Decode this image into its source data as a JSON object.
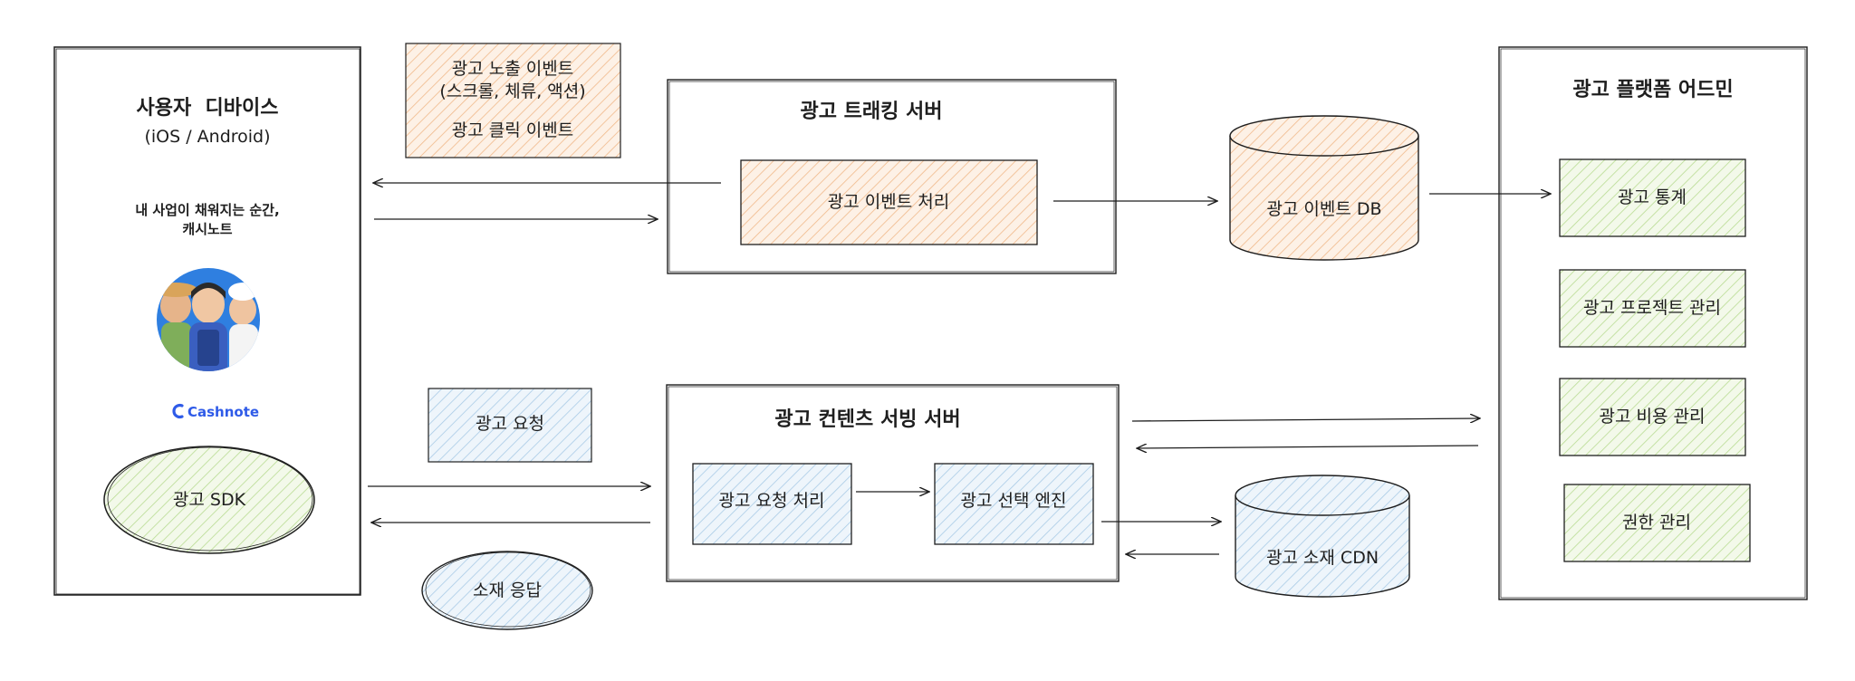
{
  "colors": {
    "stroke": "#1e1e1e",
    "orange_fill": "#fbe3cf",
    "blue_fill": "#dcebf6",
    "green_fill": "#e5f3d2",
    "brand_blue": "#2f5be8"
  },
  "device": {
    "title": "사용자  디바이스",
    "subtitle": "(iOS / Android)",
    "tagline_line1": "내 사업이 채워지는 순간,",
    "tagline_line2": "캐시노트",
    "illustration_icon": "three-business-owners-avatar",
    "brand_name": "Cashnote",
    "sdk_label": "광고 SDK"
  },
  "event_note": {
    "line1": "광고 노출 이벤트",
    "line2": "(스크롤, 체류, 액션)",
    "line3": "광고 클릭 이벤트"
  },
  "tracking_server": {
    "title": "광고 트래킹 서버",
    "process_label": "광고 이벤트 처리"
  },
  "event_db": {
    "label": "광고 이벤트 DB"
  },
  "admin": {
    "title": "광고 플랫폼 어드민",
    "items": [
      "광고 통계",
      "광고 프로젝트 관리",
      "광고 비용 관리",
      "권한 관리"
    ]
  },
  "request_note": {
    "label": "광고 요청"
  },
  "response_note": {
    "label": "소재 응답"
  },
  "serving_server": {
    "title": "광고 컨텐츠 서빙 서버",
    "request_processing": "광고 요청 처리",
    "selection_engine": "광고 선택 엔진"
  },
  "cdn": {
    "label": "광고 소재 CDN"
  }
}
